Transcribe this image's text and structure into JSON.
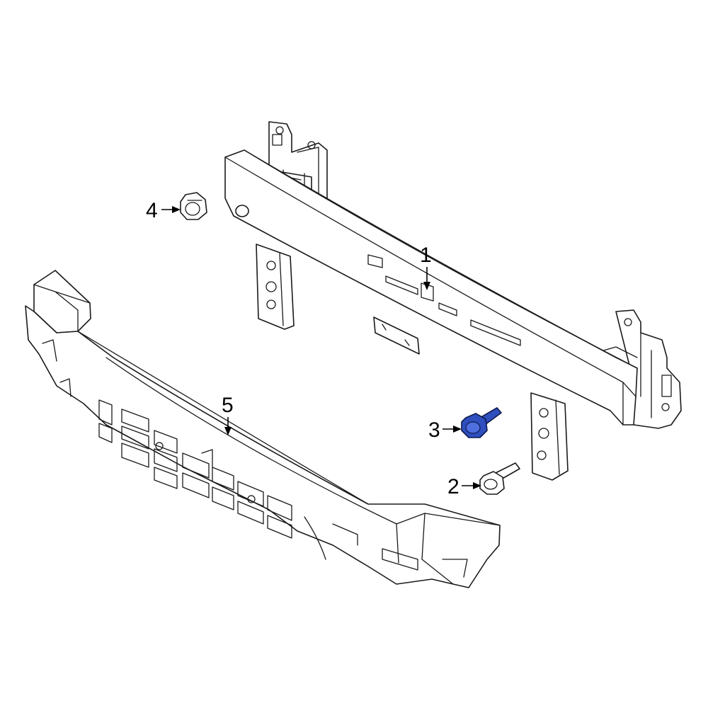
{
  "callouts": [
    {
      "id": "1",
      "label": "1"
    },
    {
      "id": "2",
      "label": "2"
    },
    {
      "id": "3",
      "label": "3"
    },
    {
      "id": "4",
      "label": "4"
    },
    {
      "id": "5",
      "label": "5"
    }
  ],
  "colors": {
    "line": "#1a1a1a",
    "highlight": "#2f4fbf",
    "background": "#ffffff"
  }
}
